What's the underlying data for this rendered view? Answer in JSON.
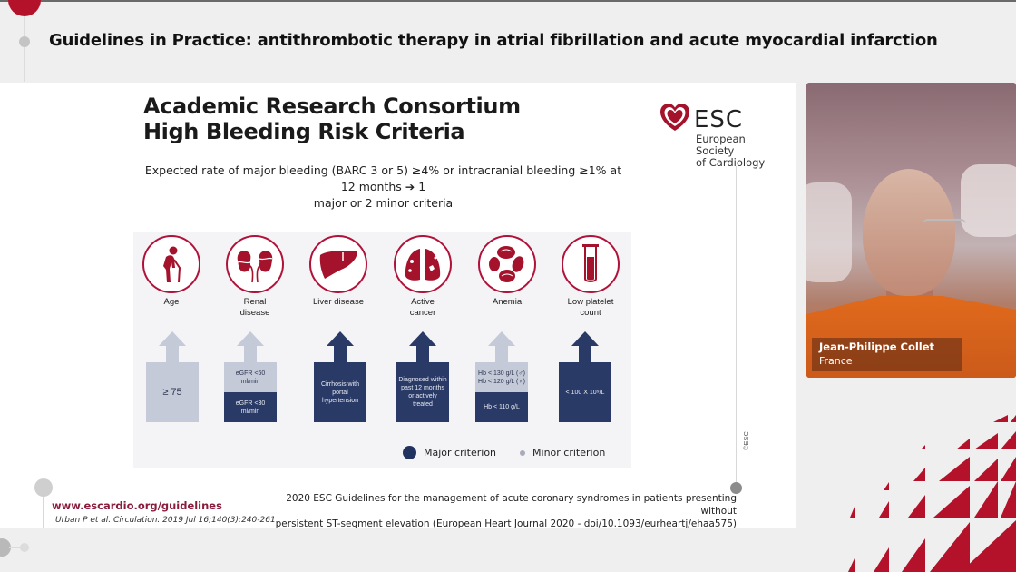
{
  "header": {
    "title": "Guidelines in Practice: antithrombotic therapy in atrial fibrillation and acute myocardial infarction"
  },
  "slide": {
    "title_line1": "Academic Research Consortium",
    "title_line2": "High Bleeding Risk Criteria",
    "logo": {
      "word": "ESC",
      "sub_line1": "European Society",
      "sub_line2": "of Cardiology"
    },
    "subtitle_line1": "Expected rate of major bleeding (BARC 3 or 5) ≥4% or intracranial bleeding ≥1% at 12 months ➔ 1",
    "subtitle_line2": "major or 2 minor criteria",
    "criteria": [
      {
        "icon": "elderly-person-icon",
        "label_line1": "Age",
        "label_line2": "",
        "type": "minor",
        "segments": [
          {
            "text": "≥ 75",
            "tone": "light"
          }
        ]
      },
      {
        "icon": "kidneys-icon",
        "label_line1": "Renal",
        "label_line2": "disease",
        "type": "mixed",
        "segments": [
          {
            "text": "eGFR <60 ml/min",
            "tone": "light"
          },
          {
            "text": "eGFR <30 ml/min",
            "tone": "dark"
          }
        ]
      },
      {
        "icon": "liver-icon",
        "label_line1": "Liver disease",
        "label_line2": "",
        "type": "major",
        "segments": [
          {
            "text": "Cirrhosis with portal hypertension",
            "tone": "dark"
          }
        ]
      },
      {
        "icon": "lungs-icon",
        "label_line1": "Active",
        "label_line2": "cancer",
        "type": "major",
        "segments": [
          {
            "text": "Diagnosed within past 12 months or actively treated",
            "tone": "dark"
          }
        ]
      },
      {
        "icon": "red-blood-cells-icon",
        "label_line1": "Anemia",
        "label_line2": "",
        "type": "mixed",
        "segments": [
          {
            "text": "Hb < 130 g/L (♂) Hb < 120 g/L (♀)",
            "tone": "light"
          },
          {
            "text": "Hb < 110 g/L",
            "tone": "dark"
          }
        ]
      },
      {
        "icon": "test-tube-icon",
        "label_line1": "Low platelet",
        "label_line2": "count",
        "type": "major",
        "segments": [
          {
            "text": "< 100 X 10⁹/L",
            "tone": "dark"
          }
        ]
      }
    ],
    "legend": {
      "major": "Major criterion",
      "minor": "Minor criterion"
    },
    "copyright": "©ESC",
    "url": "www.escardio.org/guidelines",
    "citation": "Urban P et al. Circulation. 2019 Jul 16;140(3):240-261",
    "footer_ref_line1": "2020 ESC Guidelines for the management of acute coronary syndromes in patients presenting without",
    "footer_ref_line2": "persistent ST-segment elevation (European Heart Journal 2020 - doi/10.1093/eurheartj/ehaa575)"
  },
  "speaker": {
    "name": "Jean-Philippe Collet",
    "country": "France"
  },
  "colors": {
    "accent_red": "#b3122a",
    "major_navy": "#2a3a66",
    "minor_grey": "#c5cad8",
    "link_maroon": "#8a1c3c"
  }
}
